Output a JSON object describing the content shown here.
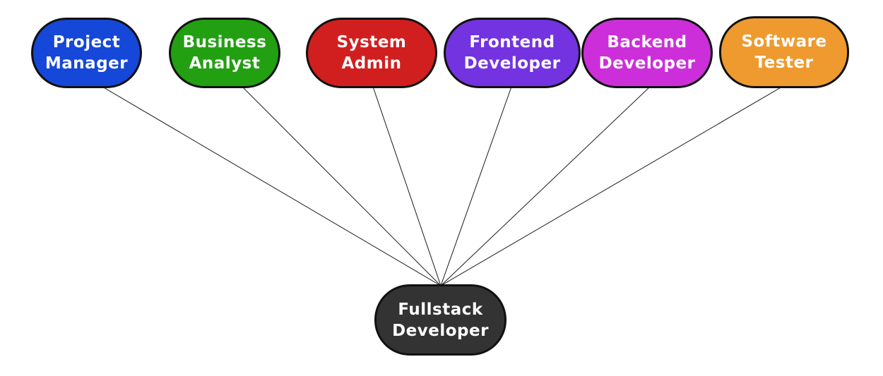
{
  "diagram": {
    "nodes": [
      {
        "id": "project-manager",
        "lines": [
          "Project",
          "Manager"
        ],
        "color": "#1547d8"
      },
      {
        "id": "business-analyst",
        "lines": [
          "Business",
          "Analyst"
        ],
        "color": "#22a012"
      },
      {
        "id": "system-admin",
        "lines": [
          "System",
          "Admin"
        ],
        "color": "#d11f1f"
      },
      {
        "id": "frontend-developer",
        "lines": [
          "Frontend",
          "Developer"
        ],
        "color": "#7333e0"
      },
      {
        "id": "backend-developer",
        "lines": [
          "Backend",
          "Developer"
        ],
        "color": "#cc2fd9"
      },
      {
        "id": "software-tester",
        "lines": [
          "Software",
          "Tester"
        ],
        "color": "#ee9a2e"
      }
    ],
    "hub": {
      "id": "fullstack-developer",
      "lines": [
        "Fullstack",
        "Developer"
      ],
      "color": "#333333"
    },
    "edges": [
      [
        "project-manager",
        "fullstack-developer"
      ],
      [
        "business-analyst",
        "fullstack-developer"
      ],
      [
        "system-admin",
        "fullstack-developer"
      ],
      [
        "frontend-developer",
        "fullstack-developer"
      ],
      [
        "backend-developer",
        "fullstack-developer"
      ],
      [
        "software-tester",
        "fullstack-developer"
      ]
    ]
  }
}
